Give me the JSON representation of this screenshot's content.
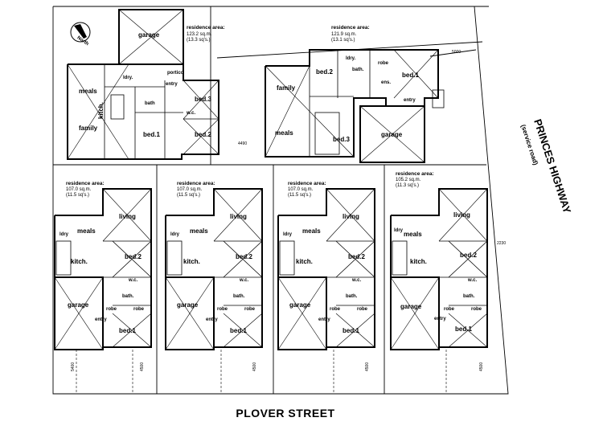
{
  "street": "PLOVER STREET",
  "highway": "PRINCES HIGHWAY",
  "highway_sub": "(service road)",
  "north_label": "North",
  "units": [
    {
      "area_label": "residence area:",
      "area_sqm": "123.2 sq.m.",
      "area_sq": "(13.3 sq's.)",
      "rooms": [
        "garage",
        "meals",
        "family",
        "kitch.",
        "bath",
        "bed.3",
        "bed.2",
        "bed.1",
        "ldry.",
        "entry",
        "portico",
        "w.c."
      ]
    },
    {
      "area_label": "residence area:",
      "area_sqm": "121.9 sq.m.",
      "area_sq": "(13.1 sq's.)",
      "rooms": [
        "bed.2",
        "family",
        "meals",
        "bed.3",
        "garage",
        "bed.1",
        "bath.",
        "robe",
        "entry",
        "ldry.",
        "ens."
      ]
    },
    {
      "area_label": "residence area:",
      "area_sqm": "107.0 sq.m.",
      "area_sq": "(11.5 sq's.)",
      "rooms": [
        "living",
        "meals",
        "kitch.",
        "bed.2",
        "garage",
        "bed.1",
        "entry",
        "bath.",
        "robe",
        "robe",
        "w.c.",
        "ldry"
      ]
    },
    {
      "area_label": "residence area:",
      "area_sqm": "107.0 sq.m.",
      "area_sq": "(11.5 sq's.)",
      "rooms": [
        "living",
        "meals",
        "kitch.",
        "bed.2",
        "garage",
        "bed.1",
        "entry",
        "bath.",
        "robe",
        "robe",
        "w.c.",
        "ldry"
      ]
    },
    {
      "area_label": "residence area:",
      "area_sqm": "107.0 sq.m.",
      "area_sq": "(11.5 sq's.)",
      "rooms": [
        "living",
        "meals",
        "kitch.",
        "bed.2",
        "garage",
        "bed.1",
        "entry",
        "bath.",
        "robe",
        "robe",
        "w.c.",
        "ldry"
      ]
    },
    {
      "area_label": "residence area:",
      "area_sqm": "105.2 sq.m.",
      "area_sq": "(11.3 sq's.)",
      "rooms": [
        "living",
        "meals",
        "kitch.",
        "bed.2",
        "garage",
        "bed.1",
        "entry",
        "bath.",
        "robe",
        "robe",
        "w.c.",
        "ldry"
      ]
    }
  ],
  "dimensions": [
    "5000",
    "4490",
    "5400",
    "4500",
    "4500",
    "4500",
    "4500",
    "2230"
  ]
}
